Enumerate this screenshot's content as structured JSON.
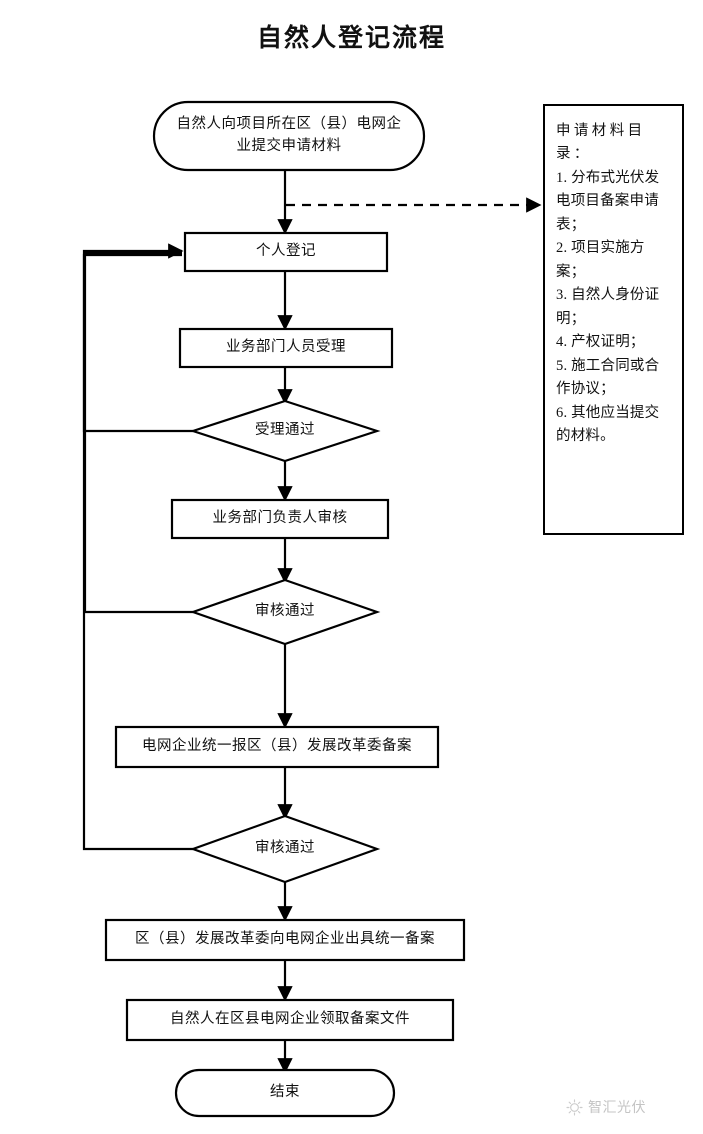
{
  "title": "自然人登记流程",
  "flow": {
    "nodes": [
      {
        "id": "start",
        "shape": "terminator",
        "label": "自然人向项目所在区（县）电网企\n业提交申请材料"
      },
      {
        "id": "register",
        "shape": "process",
        "label": "个人登记"
      },
      {
        "id": "accept",
        "shape": "process",
        "label": "业务部门人员受理"
      },
      {
        "id": "accept-ok",
        "shape": "decision",
        "label": "受理通过"
      },
      {
        "id": "review",
        "shape": "process",
        "label": "业务部门负责人审核"
      },
      {
        "id": "review-ok",
        "shape": "decision",
        "label": "审核通过"
      },
      {
        "id": "filing",
        "shape": "process",
        "label": "电网企业统一报区（县）发展改革委备案"
      },
      {
        "id": "filing-ok",
        "shape": "decision",
        "label": "审核通过"
      },
      {
        "id": "issue",
        "shape": "process",
        "label": "区（县）发展改革委向电网企业出具统一备案"
      },
      {
        "id": "collect",
        "shape": "process",
        "label": "自然人在区县电网企业领取备案文件"
      },
      {
        "id": "end",
        "shape": "terminator",
        "label": "结束"
      }
    ]
  },
  "materials": {
    "title": "申请材料目录：",
    "items": [
      "1. 分布式光伏发电项目备案申请表；",
      "2. 项目实施方案；",
      "3. 自然人身份证明；",
      "4. 产权证明；",
      "5. 施工合同或合作协议；",
      "6. 其他应当提交的材料。"
    ]
  },
  "watermark": {
    "text": "智汇光伏",
    "icon": "sun-logo-icon"
  },
  "colors": {
    "stroke": "#000000",
    "background": "#ffffff",
    "text": "#111111",
    "watermark": "#8a8a8a"
  }
}
